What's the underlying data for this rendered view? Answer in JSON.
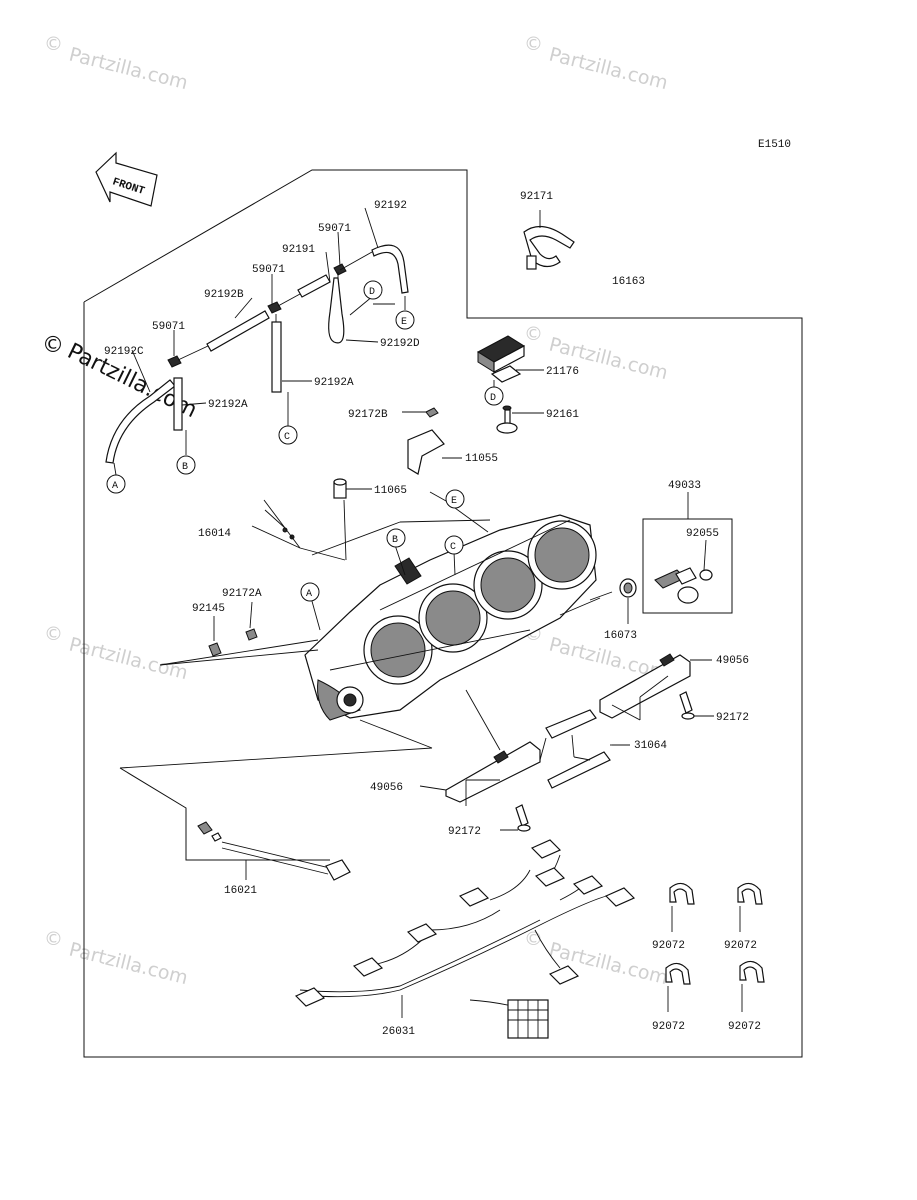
{
  "diagram_code": "E1510",
  "front_label": "FRONT",
  "watermark": {
    "symbol": "©",
    "text": "Partzilla.com",
    "prominent_text": "Partzilla.com"
  },
  "part_labels": {
    "p92192": "92192",
    "p92171": "92171",
    "p59071_top": "59071",
    "p92191": "92191",
    "p59071_mid": "59071",
    "p92192B": "92192B",
    "p59071_left": "59071",
    "p92192C": "92192C",
    "p92192D": "92192D",
    "p92192A_right": "92192A",
    "p92192A_left": "92192A",
    "p16163": "16163",
    "p21176": "21176",
    "p92172B": "92172B",
    "p92161": "92161",
    "p11055": "11055",
    "p11065": "11065",
    "p49033": "49033",
    "p16014": "16014",
    "p92055": "92055",
    "p92172A": "92172A",
    "p92145": "92145",
    "p16073": "16073",
    "p49056_right": "49056",
    "p92172_right": "92172",
    "p31064": "31064",
    "p49056_left": "49056",
    "p92172_left": "92172",
    "p16021": "16021",
    "p92072_a": "92072",
    "p92072_b": "92072",
    "p92072_c": "92072",
    "p92072_d": "92072",
    "p26031": "26031"
  },
  "callouts": {
    "A": "A",
    "B": "B",
    "C": "C",
    "D": "D",
    "E": "E"
  }
}
